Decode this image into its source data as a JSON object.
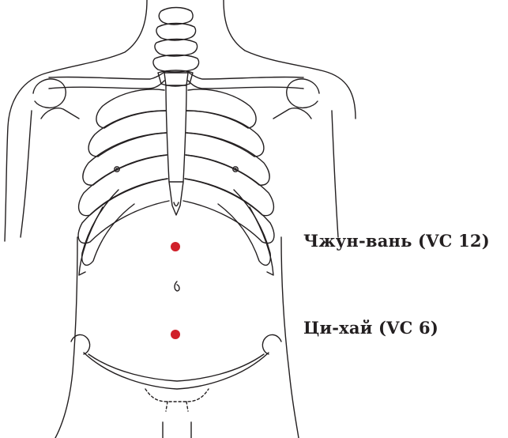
{
  "figure": {
    "line_color": "#231f20",
    "background": "#ffffff"
  },
  "points": [
    {
      "name": "zhongwan",
      "label": "Чжун-вань (VC 12)",
      "color": "#d0202a"
    },
    {
      "name": "qihai",
      "label": "Ци-хай (VC 6)",
      "color": "#d0202a"
    }
  ]
}
